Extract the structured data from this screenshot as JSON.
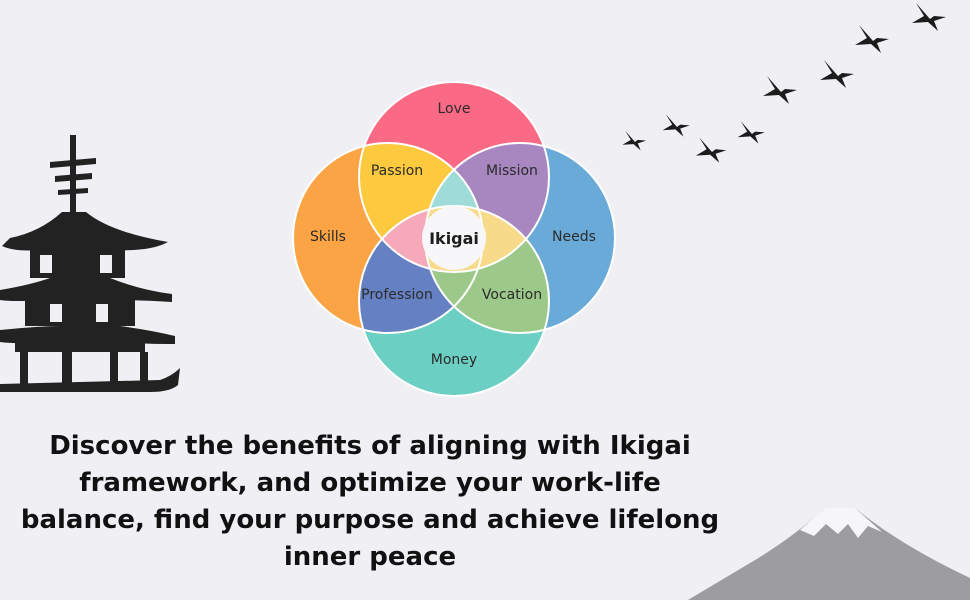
{
  "diagram": {
    "center": "Ikigai",
    "circles": {
      "love": "Love",
      "skills": "Skills",
      "needs": "Needs",
      "money": "Money"
    },
    "overlaps": {
      "passion": "Passion",
      "mission": "Mission",
      "profession": "Profession",
      "vocation": "Vocation"
    },
    "colors": {
      "love": "#fb6a84",
      "skills": "#fba445",
      "needs": "#69aad9",
      "money": "#6bcfc4",
      "passion": "#fcc93f",
      "mission": "#a886c0",
      "profession": "#6580c3",
      "vocation": "#9cc98a"
    }
  },
  "headline": "Discover the benefits of aligning with Ikigai framework, and optimize your work-life balance, find your purpose and achieve lifelong inner peace",
  "decorations": {
    "left": "pagoda-illustration",
    "top_right": "birds-flock",
    "bottom_right": "mount-fuji"
  }
}
